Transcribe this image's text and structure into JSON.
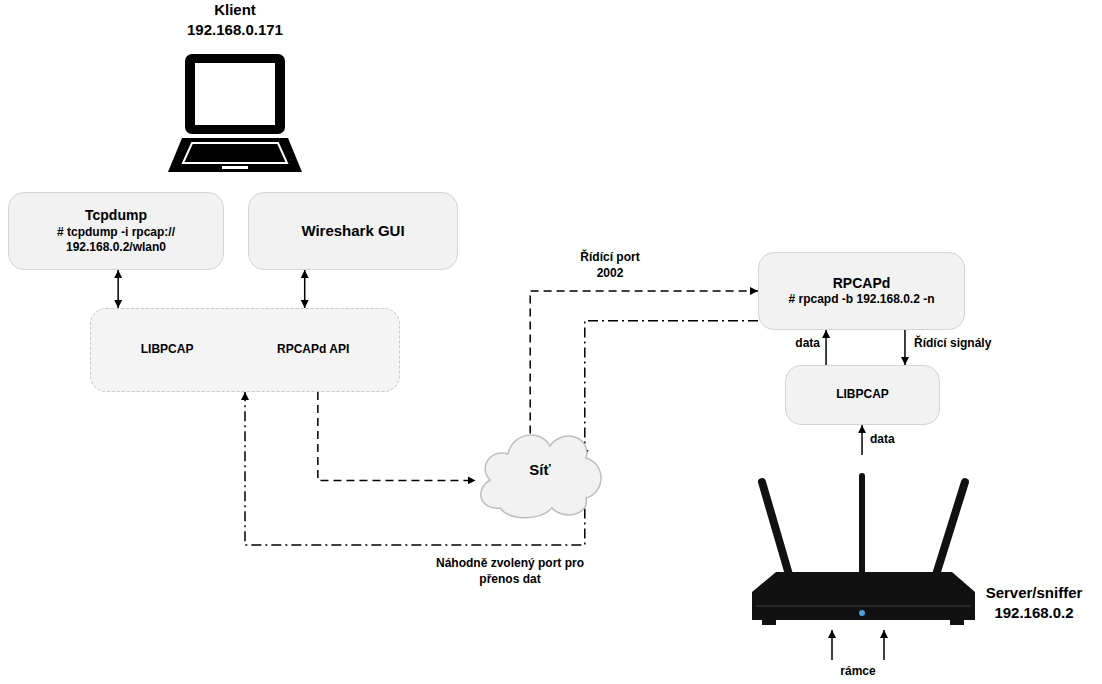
{
  "diagram": {
    "nodes": [
      {
        "text": [
          "Klient 192.168.0.171"
        ]
      },
      {
        "text": [
          "Tcpdump",
          "# tcpdump -i rpcap:// 192.168.0.2/wlan0"
        ]
      },
      {
        "text": [
          "Wireshark GUI"
        ]
      },
      {
        "text": [
          "LIBPCAP",
          "RPCAPd API"
        ]
      },
      {
        "text": [
          "Síť"
        ]
      },
      {
        "text": [
          "RPCAPd",
          "# rpcapd -b 192.168.0.2 -n"
        ]
      },
      {
        "text": [
          "LIBPCAP"
        ]
      },
      {
        "text": [
          "Server/sniffer 192.168.0.2"
        ]
      }
    ],
    "edges": [
      {
        "from": 1,
        "to": 3,
        "arrow": "both"
      },
      {
        "from": 2,
        "to": 3,
        "arrow": "both"
      },
      {
        "from": 3,
        "to": 4,
        "arrow": "to"
      },
      {
        "from": 4,
        "to": 5,
        "label": "Řídící port 2002",
        "arrow": "to"
      },
      {
        "from": 5,
        "to": 4,
        "arrow": "to"
      },
      {
        "from": 4,
        "to": 3,
        "label": "Náhodně zvolený port pro přenos dat",
        "arrow": "to"
      },
      {
        "from": 6,
        "to": 5,
        "label": "data",
        "arrow": "to"
      },
      {
        "from": 5,
        "to": 6,
        "label": "Řídící signály",
        "arrow": "to"
      },
      {
        "from": 7,
        "to": 6,
        "label": "data",
        "arrow": "to"
      }
    ],
    "labels": [
      "rámce"
    ]
  }
}
